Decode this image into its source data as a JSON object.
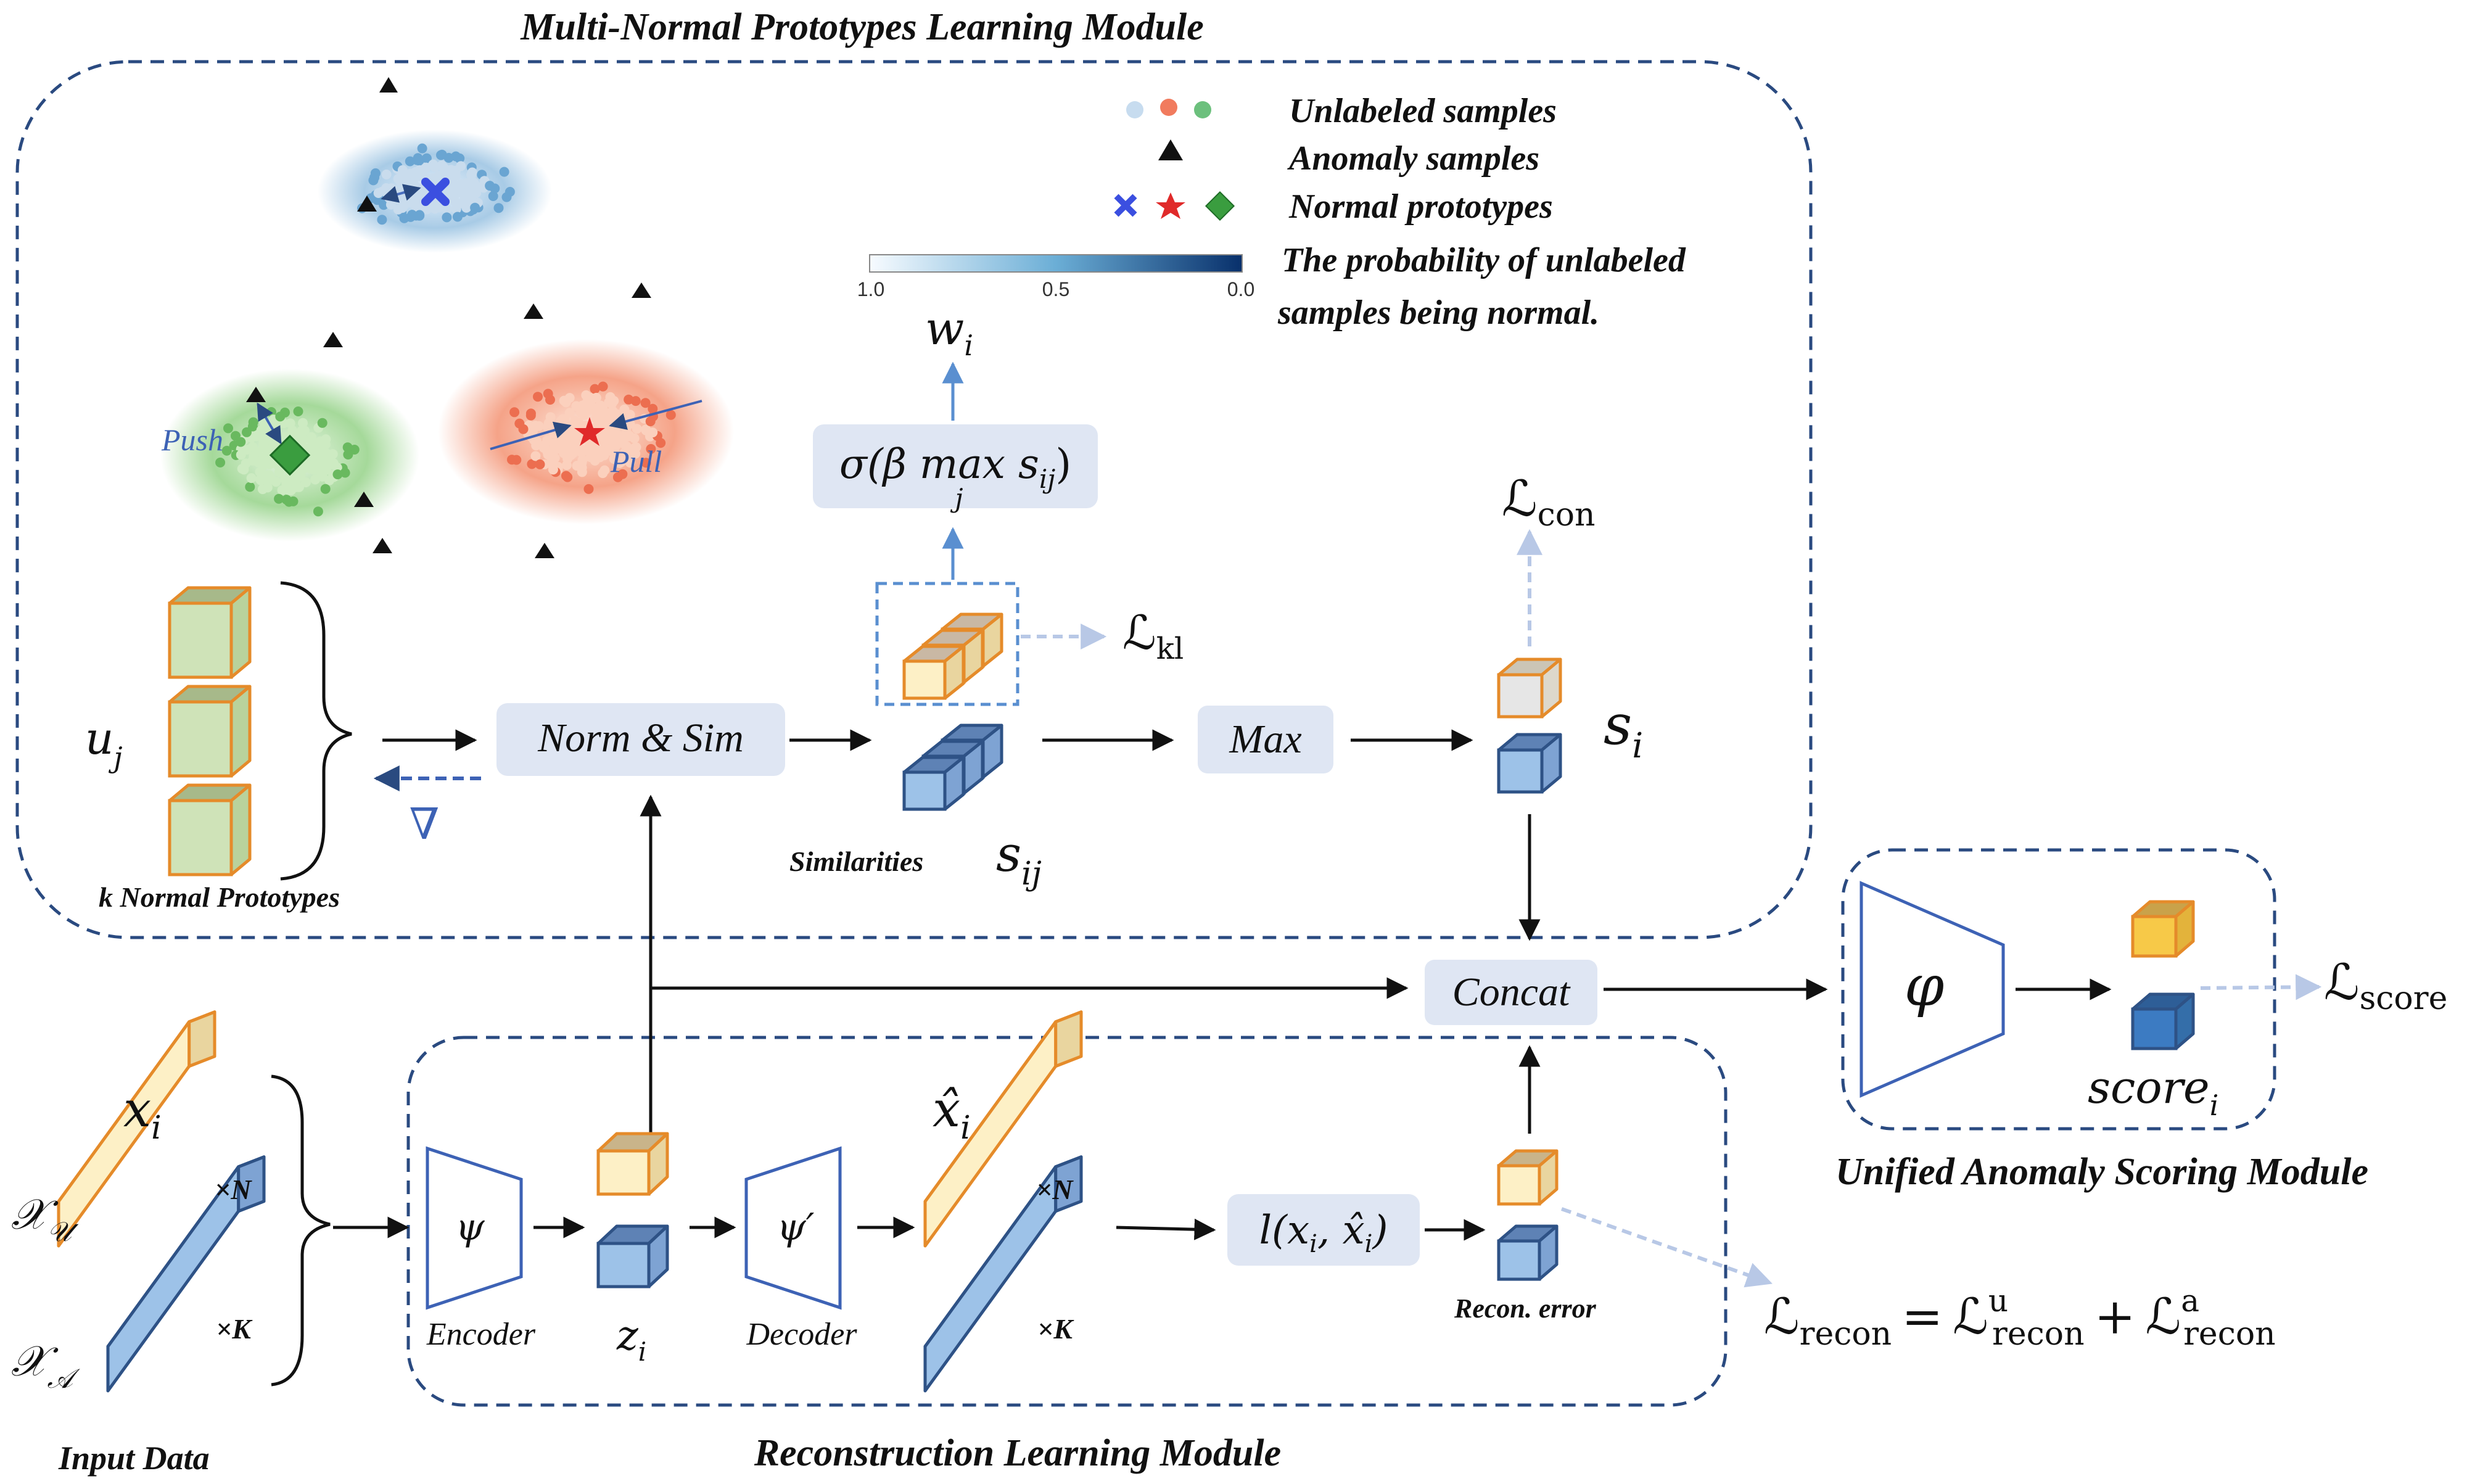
{
  "colors": {
    "frame": "#2a4a80",
    "node_fill": "#dfe6f3",
    "arrow": "#111111",
    "arrow_blue": "#5a8fd0",
    "arrow_faint": "#b8c8e6",
    "green_cluster": "#3b9d47",
    "red_cluster": "#d83a2d",
    "blue_cluster": "#3c84c0",
    "cube_orange_top": "#c9b48a",
    "cube_orange_face": "#fdf0c6",
    "cube_orange_edge": "#e58b2a",
    "cube_green_face": "#cfe3b8",
    "cube_blue_face": "#9dc2e8",
    "cube_blue_top": "#5e82b5",
    "cube_blue_edge": "#2e5286",
    "cube_gray_face": "#e6e6e6",
    "cube_yellow_face": "#f7c948",
    "cube_dark_blue_face": "#3c7bc2"
  },
  "modules": {
    "prototypes_title": "Multi-Normal Prototypes Learning Module",
    "reconstruction_title": "Reconstruction Learning Module",
    "scoring_title": "Unified Anomaly Scoring Module"
  },
  "legend": {
    "unlabeled": "Unlabeled samples",
    "anomaly": "Anomaly samples",
    "prototypes": "Normal prototypes",
    "prob_line1": "The probability of unlabeled",
    "prob_line2": "samples being normal.",
    "colorbar_ticks": [
      "1.0",
      "0.5",
      "0.0"
    ]
  },
  "clusters": {
    "push_label": "Push",
    "pull_label": "Pull"
  },
  "nodes": {
    "norm_sim": "Norm & Sim",
    "max": "Max",
    "concat": "Concat",
    "sigma_pre": "σ(β max s",
    "sigma_sub": "ij",
    "sigma_j": "j",
    "sigma_close": ")",
    "recon_fn_pre": "l(x",
    "recon_fn_sub1": "i",
    "recon_fn_mid": ", x̂",
    "recon_fn_sub2": "i",
    "recon_fn_close": ")"
  },
  "labels": {
    "u": "u",
    "u_sub": "j",
    "k_prototypes": "k Normal Prototypes",
    "similarities": "Similarities",
    "s_ij": "s",
    "s_ij_sub": "ij",
    "s_i": "s",
    "s_i_sub": "i",
    "w_i": "w",
    "w_i_sub": "i",
    "nabla": "∇",
    "x_i": "x",
    "x_i_sub": "i",
    "x_hat": "x̂",
    "x_hat_sub": "i",
    "times_n": "×N",
    "times_k": "×K",
    "times_n2": "×N",
    "times_k2": "×K",
    "xu": "𝒳",
    "xu_sub": "𝒰",
    "xa": "𝒳",
    "xa_sub": "𝒜",
    "input_data": "Input Data",
    "psi": "ψ",
    "psi_prime": "ψ′",
    "encoder": "Encoder",
    "decoder": "Decoder",
    "z_i": "z",
    "z_i_sub": "i",
    "recon_error": "Recon. error",
    "varphi": "φ",
    "score": "score",
    "score_sub": "i"
  },
  "losses": {
    "L": "ℒ",
    "kl": "kl",
    "con": "con",
    "score": "score",
    "recon": "recon",
    "recon_u_sup": "u",
    "recon_a_sup": "a",
    "equals": "=",
    "plus": "+"
  }
}
